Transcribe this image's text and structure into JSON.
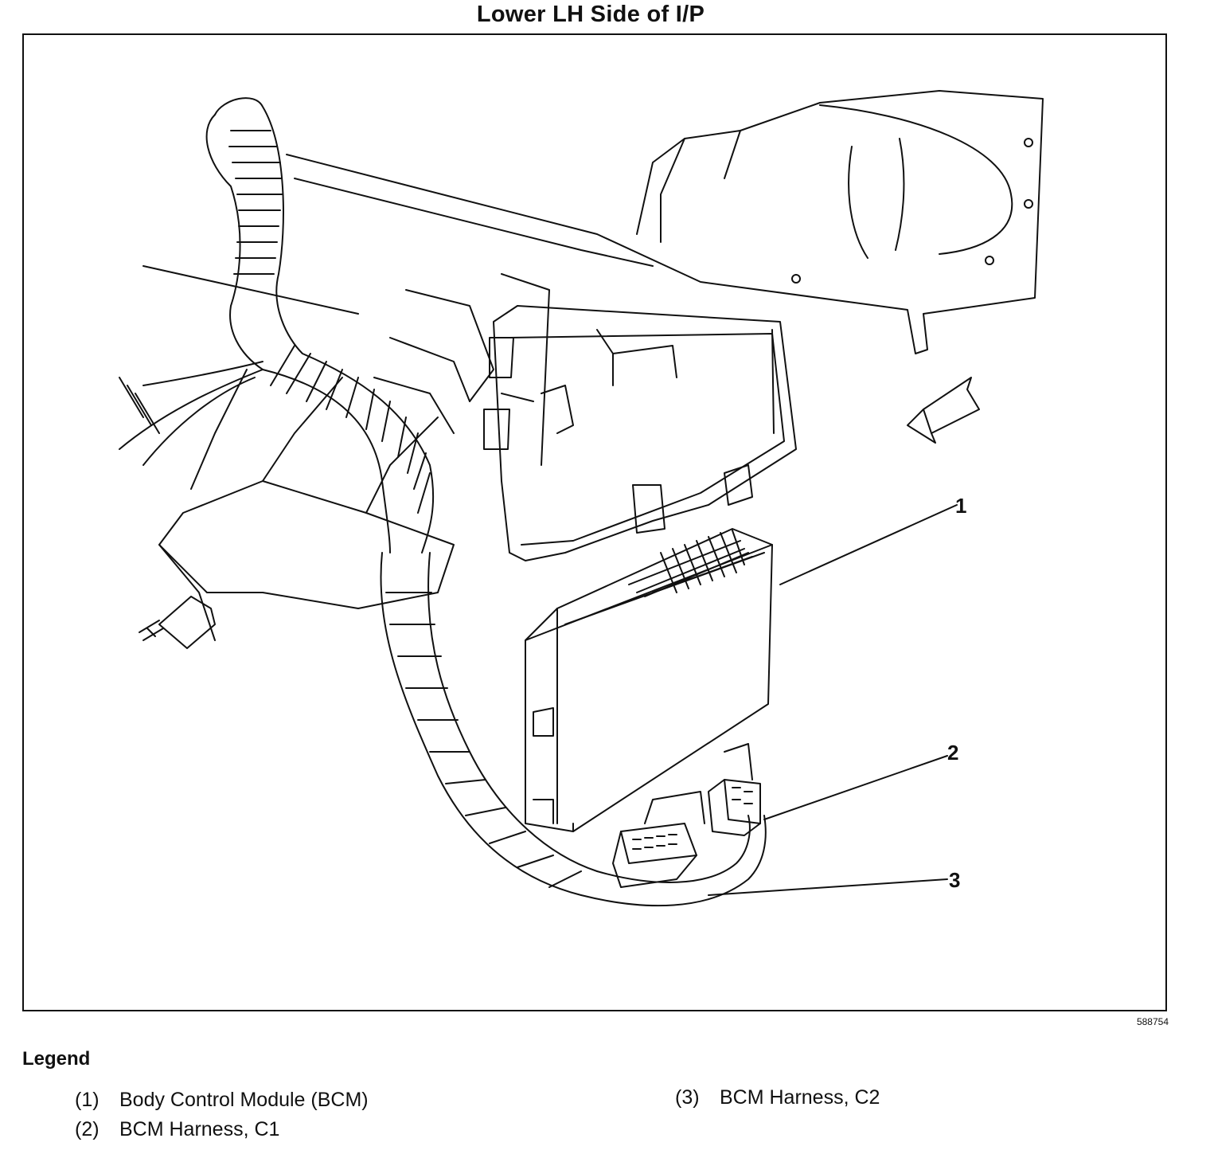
{
  "title": "Lower LH Side of I/P",
  "figure_id": "588754",
  "callouts": [
    {
      "number": "1"
    },
    {
      "number": "2"
    },
    {
      "number": "3"
    }
  ],
  "legend": {
    "heading": "Legend",
    "items": [
      {
        "number": "(1)",
        "label": "Body Control Module (BCM)"
      },
      {
        "number": "(2)",
        "label": "BCM Harness, C1"
      },
      {
        "number": "(3)",
        "label": "BCM Harness, C2"
      }
    ]
  }
}
